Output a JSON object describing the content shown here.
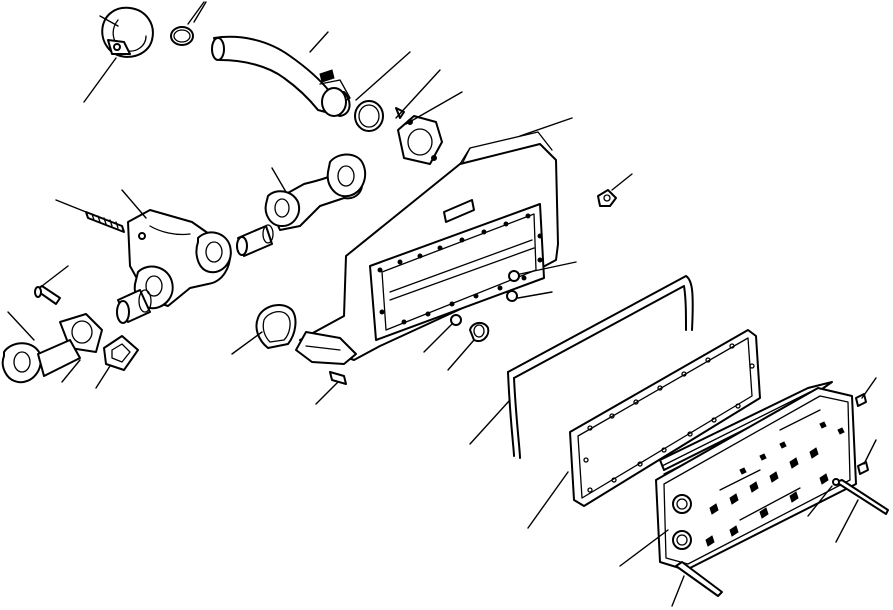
{
  "diagram": {
    "type": "exploded-parts-illustration",
    "background_color": "#ffffff",
    "line_color": "#000000",
    "parts": [
      "hose-clamp",
      "o-ring",
      "outlet-elbow-pipe",
      "flange-plate",
      "water-pipe-tee",
      "connector-sleeve",
      "aftercooler-housing",
      "housing-gasket",
      "cover-gasket",
      "core-plate",
      "cap-bolt",
      "plug",
      "drain-plug"
    ]
  }
}
